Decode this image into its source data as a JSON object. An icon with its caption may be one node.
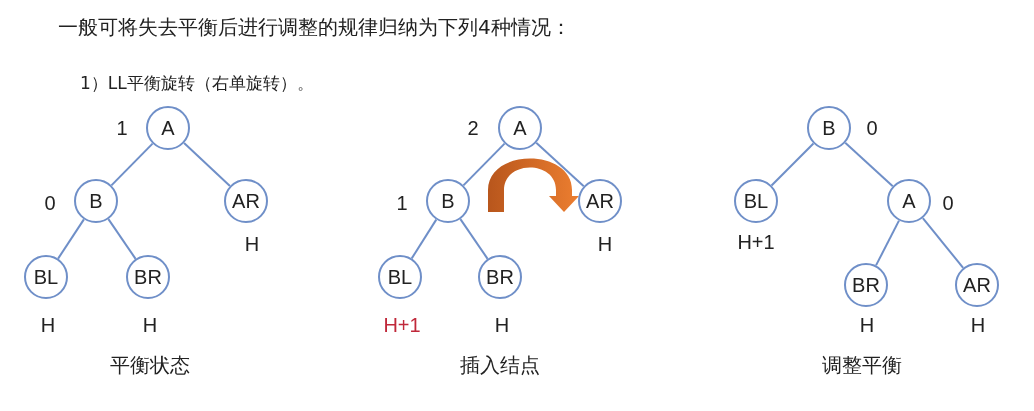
{
  "diagram": {
    "title": "一般可将失去平衡后进行调整的规律归纳为下列4种情况：",
    "nodes": [
      {
        "text": [
          "A"
        ],
        "beside": [
          "1"
        ]
      },
      {
        "text": [
          "B"
        ],
        "beside": [
          "0"
        ]
      },
      {
        "text": [
          "AR"
        ],
        "beside": [
          "H"
        ]
      },
      {
        "text": [
          "BL"
        ],
        "beside": [
          "H"
        ]
      },
      {
        "text": [
          "BR"
        ],
        "beside": [
          "H"
        ]
      },
      {
        "text": [
          "A"
        ],
        "beside": [
          "2"
        ]
      },
      {
        "text": [
          "B"
        ],
        "beside": [
          "1"
        ]
      },
      {
        "text": [
          "AR"
        ],
        "beside": [
          "H"
        ]
      },
      {
        "text": [
          "BL"
        ],
        "beside": [
          "H+1"
        ]
      },
      {
        "text": [
          "BR"
        ],
        "beside": [
          "H"
        ]
      },
      {
        "text": [
          "B"
        ],
        "beside": [
          "0"
        ]
      },
      {
        "text": [
          "BL"
        ],
        "beside": [
          "H+1"
        ]
      },
      {
        "text": [
          "A"
        ],
        "beside": [
          "0"
        ]
      },
      {
        "text": [
          "BR"
        ],
        "beside": [
          "H"
        ]
      },
      {
        "text": [
          "AR"
        ],
        "beside": [
          "H"
        ]
      }
    ],
    "edges": [
      {
        "from": 0,
        "to": 1,
        "arrow": "none"
      },
      {
        "from": 0,
        "to": 2,
        "arrow": "none"
      },
      {
        "from": 1,
        "to": 3,
        "arrow": "none"
      },
      {
        "from": 1,
        "to": 4,
        "arrow": "none"
      },
      {
        "from": 5,
        "to": 6,
        "arrow": "none"
      },
      {
        "from": 5,
        "to": 7,
        "arrow": "none"
      },
      {
        "from": 6,
        "to": 8,
        "arrow": "none"
      },
      {
        "from": 6,
        "to": 9,
        "arrow": "none"
      },
      {
        "from": 10,
        "to": 11,
        "arrow": "none"
      },
      {
        "from": 10,
        "to": 12,
        "arrow": "none"
      },
      {
        "from": 12,
        "to": 13,
        "arrow": "none"
      },
      {
        "from": 12,
        "to": 14,
        "arrow": "none"
      }
    ],
    "labels": [
      "1）LL平衡旋转（右单旋转）。",
      "平衡状态",
      "插入结点",
      "调整平衡"
    ]
  }
}
